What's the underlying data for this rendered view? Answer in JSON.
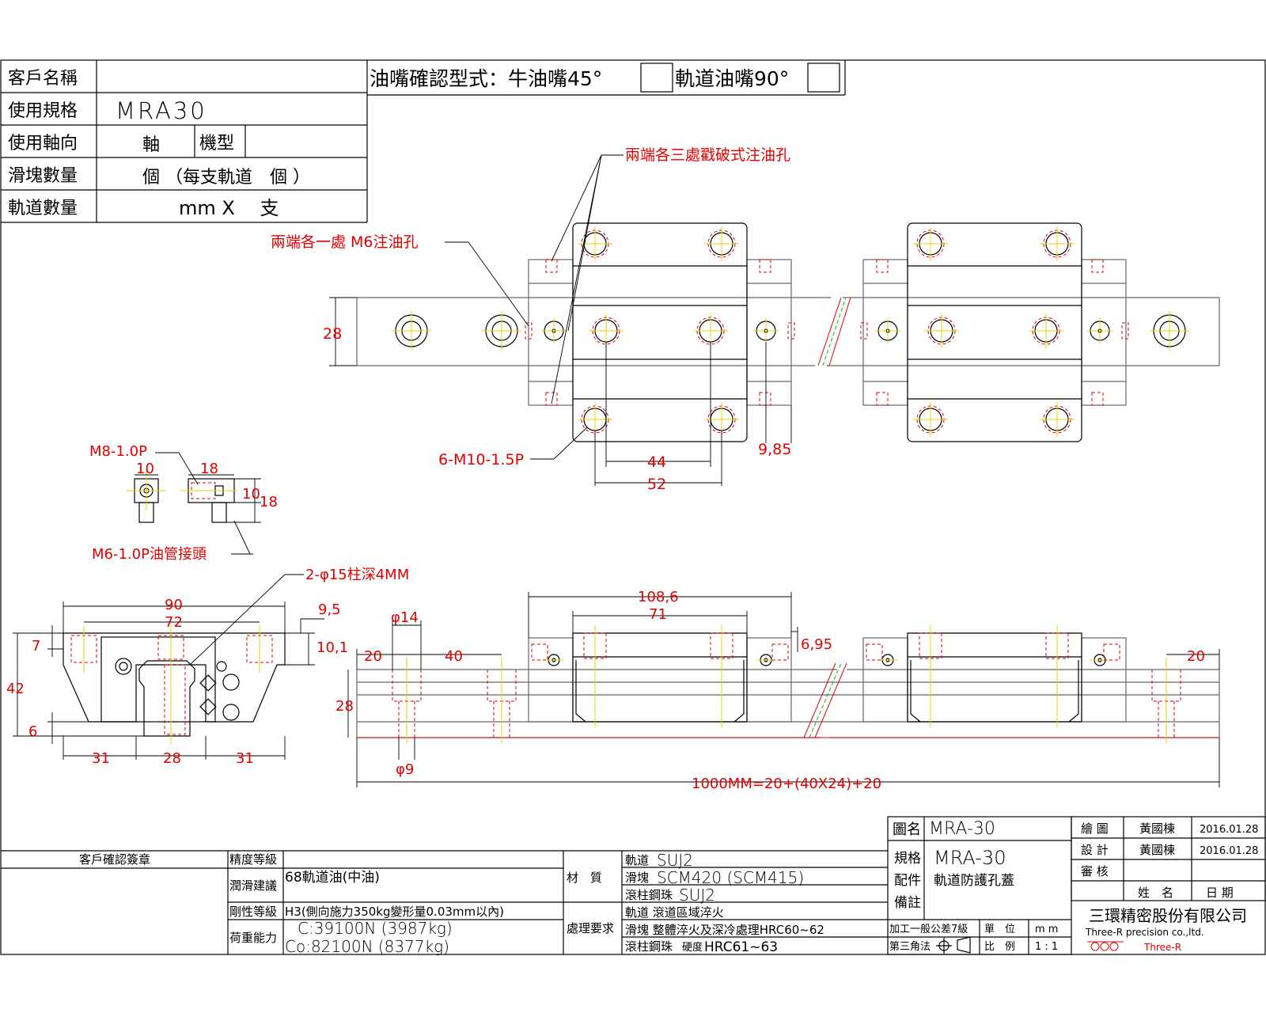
{
  "header": {
    "customer_name_label": "客戶名稱",
    "spec_label": "使用規格",
    "spec_value": "MRA30",
    "axis_label": "使用軸向",
    "axis_value": "軸",
    "model_label": "機型",
    "slider_qty_label": "滑塊數量",
    "slider_qty_value": "個 （每支軌道　個 ）",
    "rail_qty_label": "軌道數量",
    "rail_qty_value": "mm X　 支",
    "nipple_label": "油嘴確認型式：牛油嘴45°",
    "nipple_rail_label": "軌道油嘴90°"
  },
  "annotations": {
    "oil_holes_three": "兩端各三處戳破式注油孔",
    "oil_hole_m6": "兩端各一處 M6注油孔",
    "tap_m10": "6-M10-1.5P",
    "m8": "M8-1.0P",
    "m6_fitting": "M6-1.0P油管接頭",
    "counterbore": "2-φ15柱深4MM",
    "total_length": "1000MM=20+(40X24)+20"
  },
  "dimensions": {
    "top_28": "28",
    "top_44": "44",
    "top_52": "52",
    "top_985": "9,85",
    "fit_10": "10",
    "fit_18a": "18",
    "fit_10b": "10",
    "fit_18b": "18",
    "front_90": "90",
    "front_72": "72",
    "front_95": "9,5",
    "front_7": "7",
    "front_101": "10,1",
    "front_42": "42",
    "front_6": "6",
    "front_31a": "31",
    "front_28": "28",
    "front_31b": "31",
    "side_phi14": "φ14",
    "side_1086": "108,6",
    "side_71": "71",
    "side_695": "6,95",
    "side_20a": "20",
    "side_40": "40",
    "side_20b": "20",
    "side_28": "28",
    "side_phi9": "φ9"
  },
  "title_block": {
    "drawing_name_label": "圖名",
    "drawing_name": "MRA-30",
    "spec_label": "規格",
    "spec": "MRA-30",
    "accessory_label": "配件",
    "accessory": "軌道防護孔蓋",
    "remark_label": "備註",
    "drawn_label": "繪 圖",
    "drawn_by": "黃國棟",
    "drawn_date": "2016.01.28",
    "design_label": "設 計",
    "design_by": "黃國棟",
    "design_date": "2016.01.28",
    "review_label": "審 核",
    "name_label": "姓　名",
    "date_label": "日 期",
    "company_cn": "三環精密股份有限公司",
    "company_en": "Three-R precision co.,ltd.",
    "logo_text": "Three-R",
    "customer_sign_label": "客戶確認簽章",
    "precision_label": "精度等級",
    "lube_label": "潤滑建議",
    "lube_value": "68軌道油(中油)",
    "rigidity_label": "剛性等級",
    "rigidity_value": "H3(側向施力350kg變形量0.03mm以內)",
    "load_label": "荷重能力",
    "load_c": "C:39100N (3987kg)",
    "load_c0": "Co:82100N (8377kg)",
    "material_label": "材　質",
    "mat_rail_label": "軌道",
    "mat_rail": "SUJ2",
    "mat_block_label": "滑塊",
    "mat_block": "SCM420 (SCM415)",
    "mat_roller_label": "滾柱鋼珠",
    "mat_roller": "SUJ2",
    "treat_label": "處理要求",
    "treat_rail": "軌道 滾道區域淬火",
    "treat_block": "滑塊 整體淬火及深冷處理HRC60~62",
    "treat_roller_label": "滾柱鋼珠",
    "treat_roller_small": "硬度",
    "treat_roller": "HRC61~63",
    "tolerance_label": "加工一般公差7級",
    "projection_label": "第三角法",
    "unit_label": "單　位",
    "unit_value": "m m",
    "scale_label": "比　例",
    "scale_value": "1 : 1"
  }
}
